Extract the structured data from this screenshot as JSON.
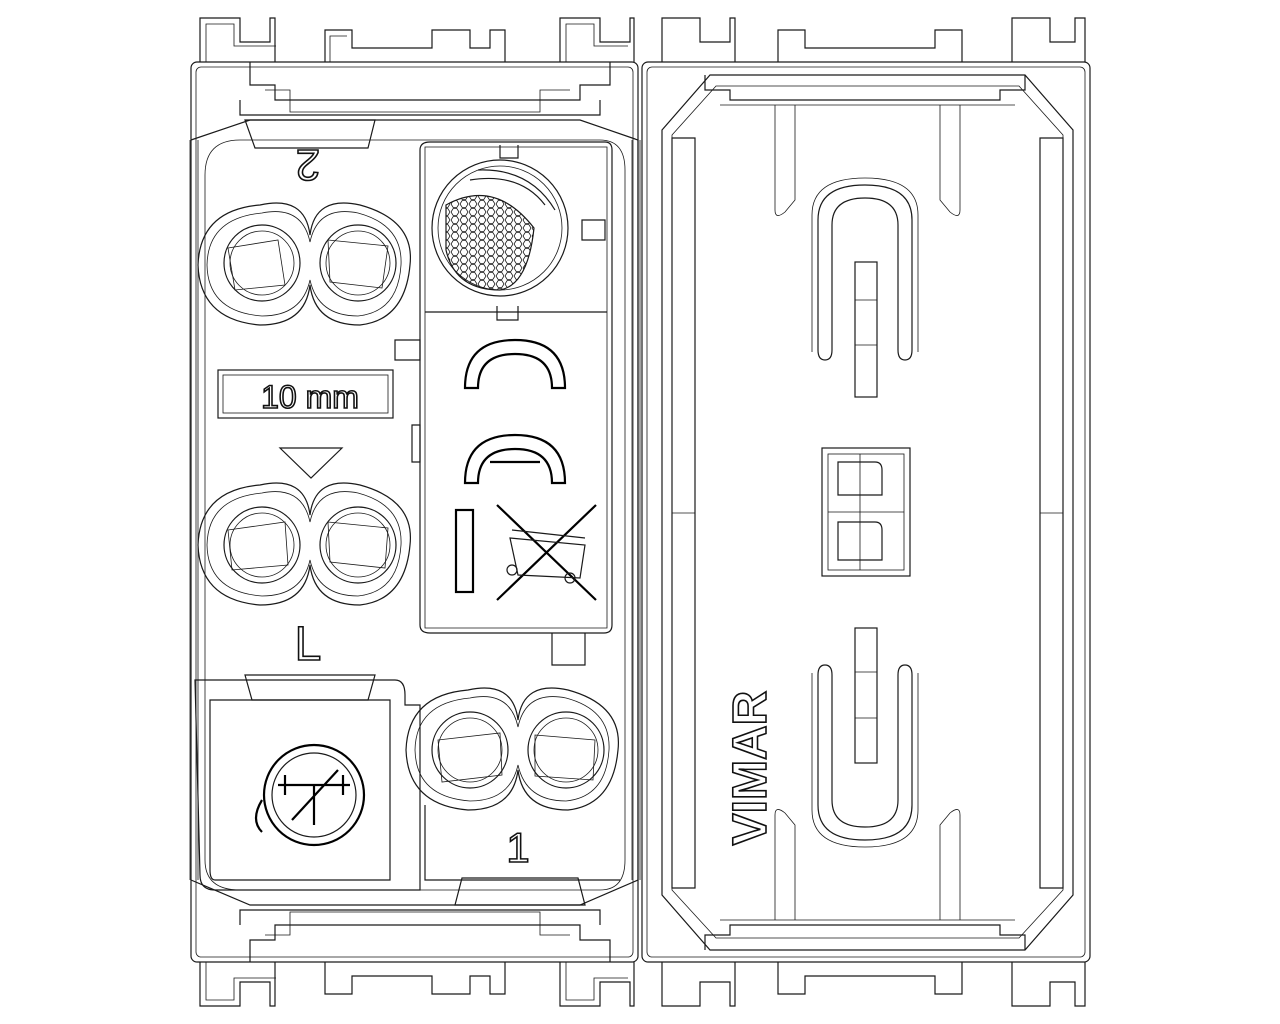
{
  "drawing": {
    "terminal_top_label": "2",
    "strip_length_label": "10 mm",
    "terminal_mid_label": "L",
    "terminal_bottom_label": "1",
    "brand": "VIMAR",
    "icons": [
      "terminal-screw-icon",
      "ir-sensor-lens-icon",
      "ce-mark-icon",
      "class-ii-bar-icon",
      "crossed-bin-weee-icon",
      "adjust-knob-icon",
      "arrow-down-icon"
    ],
    "line_color": "#1a1a1a",
    "background_color": "#ffffff"
  }
}
